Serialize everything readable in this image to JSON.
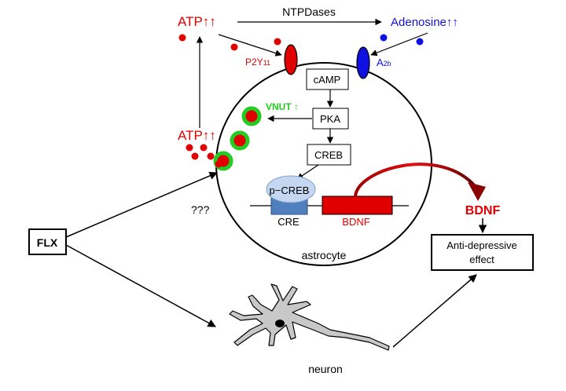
{
  "colors": {
    "atp": "#e00000",
    "adenosine": "#1010e0",
    "vnut": "#22cc22",
    "receptor_red": "#e00000",
    "receptor_blue": "#1010e0",
    "cre_box": "#4f7fbf",
    "pcreb": "#c5d7f0",
    "bdnf_gene": "#e00000",
    "bdnf_label": "#e00000",
    "black": "#000000"
  },
  "labels": {
    "ntpdases": "NTPDases",
    "atp_top": "ATP↑↑",
    "adenosine": "Adenosine↑↑",
    "p2y11": "P2Y11",
    "a2b": "A2b",
    "camp": "cAMP",
    "pka": "PKA",
    "vnut": "VNUT ↑",
    "atp_mid": "ATP↑↑",
    "creb": "CREB",
    "pcreb": "p−CREB",
    "cre": "CRE",
    "bdnf_gene": "BDNF",
    "bdnf_out": "BDNF",
    "unknown": "???",
    "flx": "FLX",
    "astrocyte": "astrocyte",
    "effect_line1": "Anti-depressive",
    "effect_line2": "effect",
    "neuron": "neuron"
  }
}
